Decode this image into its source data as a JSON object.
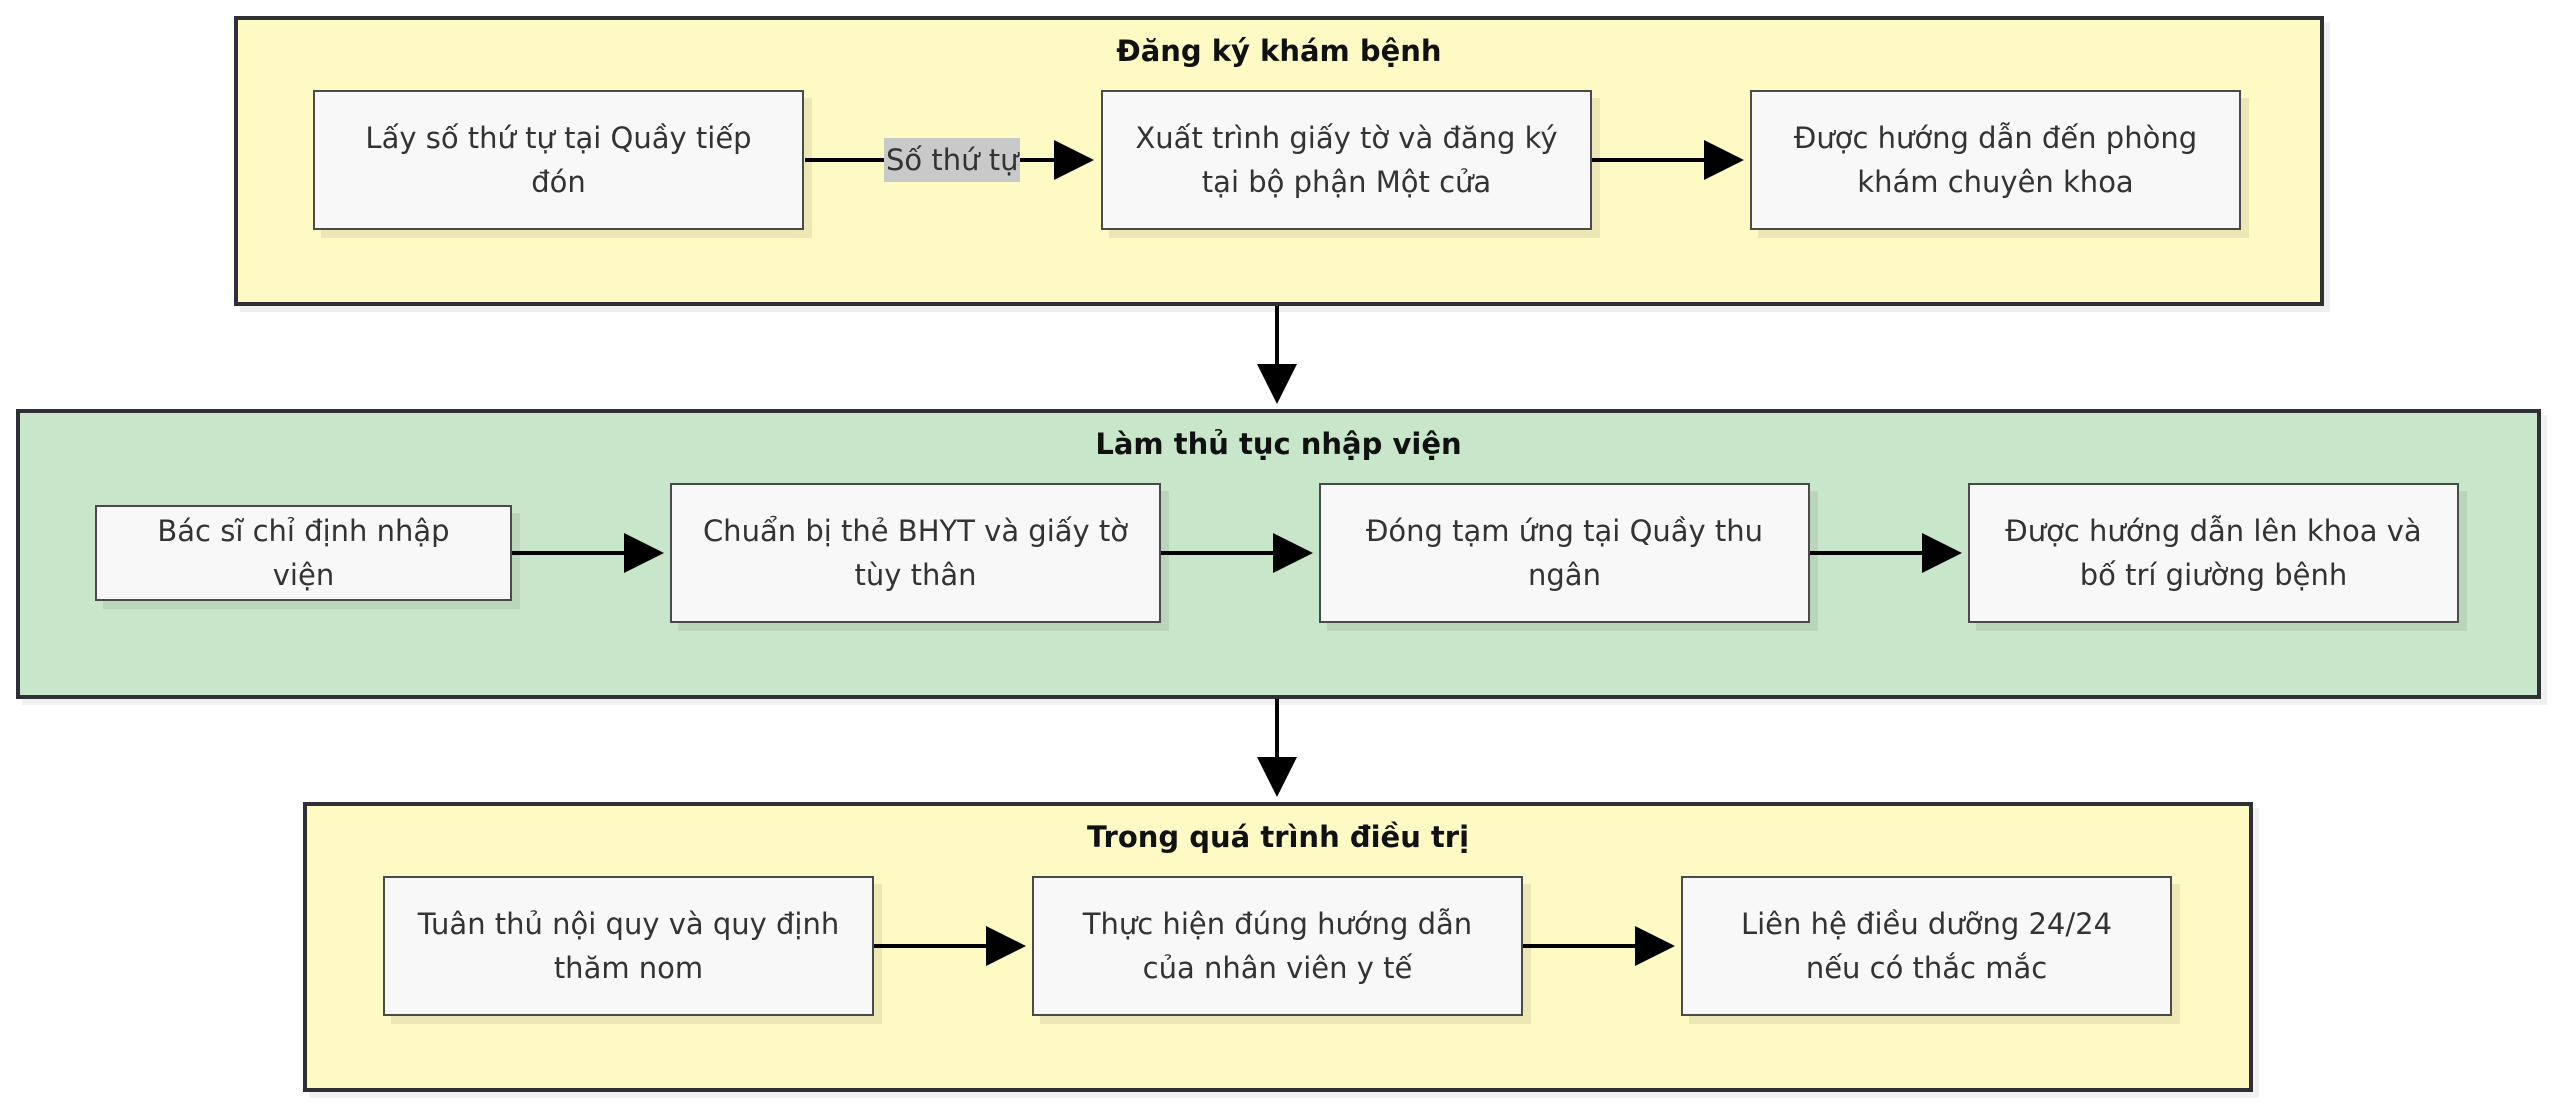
{
  "groups": [
    {
      "title": "Đăng ký khám bệnh",
      "color": "#fff9c4",
      "nodes": [
        "Lấy số thứ tự tại Quầy tiếp đón",
        "Xuất trình giấy tờ và đăng ký tại bộ phận Một cửa",
        "Được hướng dẫn đến phòng khám chuyên khoa"
      ],
      "edge_labels": [
        "Số thứ tự"
      ]
    },
    {
      "title": "Làm thủ tục nhập viện",
      "color": "#c8e6c9",
      "nodes": [
        "Bác sĩ chỉ định nhập viện",
        "Chuẩn bị thẻ BHYT và giấy tờ tùy thân",
        "Đóng tạm ứng tại Quầy thu ngân",
        "Được hướng dẫn lên khoa và bố trí giường bệnh"
      ]
    },
    {
      "title": "Trong quá trình điều trị",
      "color": "#fff9c4",
      "nodes": [
        "Tuân thủ nội quy và quy định thăm nom",
        "Thực hiện đúng hướng dẫn của nhân viên y tế",
        "Liên hệ điều dưỡng 24/24 nếu có thắc mắc"
      ]
    }
  ]
}
